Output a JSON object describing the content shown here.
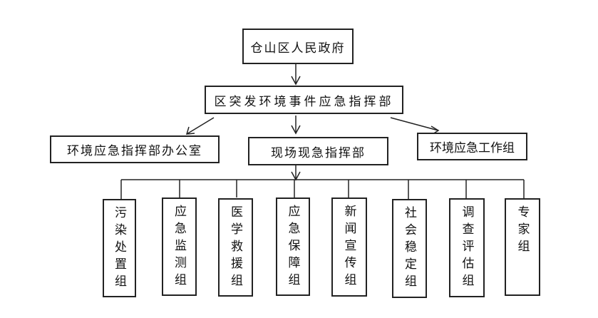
{
  "top": "仓山区人民政府",
  "command": "区突发环境事件应急指挥部",
  "level2": [
    "环境应急指挥部办公室",
    "现场现急指挥部",
    "环境应急工作组"
  ],
  "groups": [
    "污染处置组",
    "应急监测组",
    "医学救援组",
    "应急保障组",
    "新闻宣传组",
    "社会稳定组",
    "调查评估组",
    "专家组"
  ]
}
